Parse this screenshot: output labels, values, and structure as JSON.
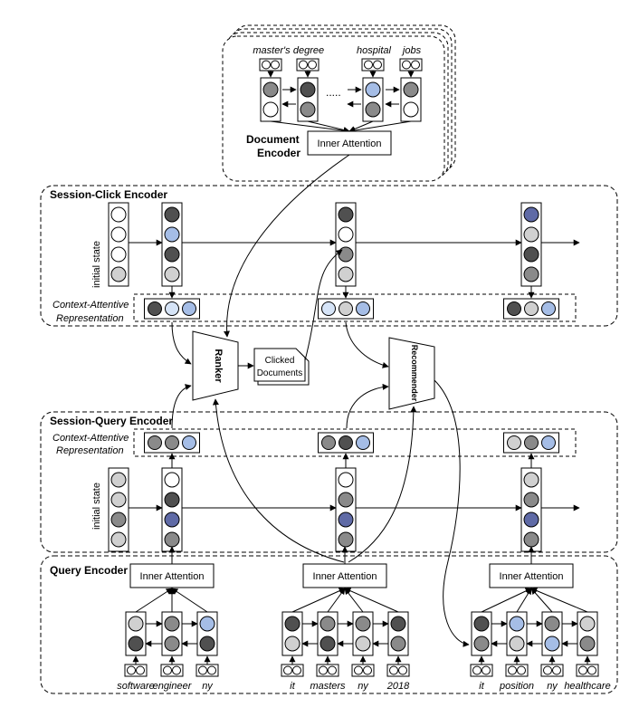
{
  "colors": {
    "white": "#ffffff",
    "light": "#d0d0d0",
    "mid": "#8a8a8a",
    "dark": "#505050",
    "blue": "#a5bde6",
    "paleblue": "#d6e4f7",
    "navy": "#5f6aa6",
    "stroke": "#000000"
  },
  "labels": {
    "document_encoder": [
      "Document",
      "Encoder"
    ],
    "session_click_encoder": "Session-Click Encoder",
    "session_query_encoder": "Session-Query Encoder",
    "query_encoder": "Query Encoder",
    "initial_state": "initial state",
    "context_attentive": [
      "Context-Attentive",
      "Representation"
    ],
    "inner_attention": "Inner Attention",
    "ranker": "Ranker",
    "recommender": "Recommender",
    "clicked_documents": [
      "Clicked",
      "Documents"
    ],
    "ellipsis": "....."
  },
  "doc_words": [
    "master's",
    "degree",
    "hospital",
    "jobs"
  ],
  "doc_cells": [
    [
      "mid",
      "white"
    ],
    [
      "dark",
      "mid"
    ],
    [
      "blue",
      "mid"
    ],
    [
      "mid",
      "white"
    ]
  ],
  "click": {
    "initial": [
      "white",
      "white",
      "white",
      "light"
    ],
    "states": [
      [
        "dark",
        "blue",
        "dark",
        "light"
      ],
      [
        "dark",
        "white",
        "mid",
        "light"
      ],
      [
        "navy",
        "light",
        "dark",
        "mid"
      ]
    ],
    "context": [
      [
        "dark",
        "paleblue",
        "blue"
      ],
      [
        "paleblue",
        "light",
        "blue"
      ],
      [
        "dark",
        "light",
        "blue"
      ]
    ]
  },
  "squery": {
    "initial": [
      "light",
      "light",
      "mid",
      "light"
    ],
    "states": [
      [
        "white",
        "dark",
        "navy",
        "mid"
      ],
      [
        "white",
        "mid",
        "navy",
        "mid"
      ],
      [
        "light",
        "mid",
        "navy",
        "mid"
      ]
    ],
    "context": [
      [
        "mid",
        "mid",
        "blue"
      ],
      [
        "mid",
        "dark",
        "blue"
      ],
      [
        "light",
        "mid",
        "blue"
      ]
    ]
  },
  "queries": [
    {
      "words": [
        "software",
        "engineer",
        "ny"
      ],
      "cells": [
        [
          "light",
          "dark"
        ],
        [
          "mid",
          "mid"
        ],
        [
          "blue",
          "dark"
        ]
      ]
    },
    {
      "words": [
        "it",
        "masters",
        "ny",
        "2018"
      ],
      "cells": [
        [
          "dark",
          "light"
        ],
        [
          "mid",
          "dark"
        ],
        [
          "mid",
          "light"
        ],
        [
          "dark",
          "mid"
        ]
      ]
    },
    {
      "words": [
        "it",
        "position",
        "ny",
        "healthcare"
      ],
      "cells": [
        [
          "dark",
          "mid"
        ],
        [
          "blue",
          "light"
        ],
        [
          "mid",
          "blue"
        ],
        [
          "light",
          "mid"
        ]
      ]
    }
  ]
}
